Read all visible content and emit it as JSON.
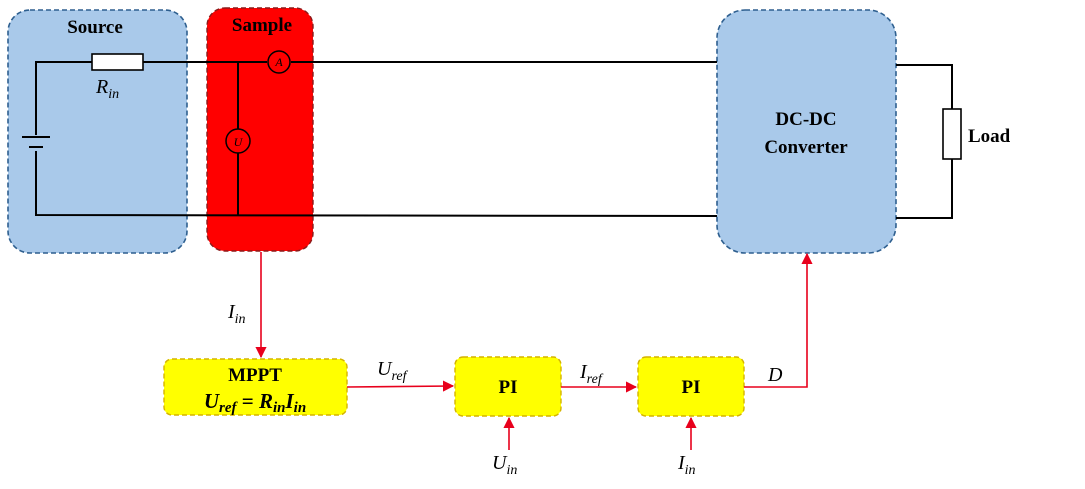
{
  "blocks": {
    "source": "Source",
    "sample": "Sample",
    "converter_line1": "DC-DC",
    "converter_line2": "Converter",
    "load": "Load",
    "mppt_title": "MPPT",
    "pi1": "PI",
    "pi2": "PI"
  },
  "formula": {
    "u": "U",
    "u_sub": "ref",
    "eq": " = ",
    "r": "R",
    "r_sub": "in",
    "i": "I",
    "i_sub": "in"
  },
  "resistor_label": {
    "main": "R",
    "sub": "in"
  },
  "meters": {
    "ammeter": "A",
    "voltmeter": "U"
  },
  "signals": {
    "i_in_to_mppt": {
      "main": "I",
      "sub": "in"
    },
    "u_ref": {
      "main": "U",
      "sub": "ref"
    },
    "i_ref": {
      "main": "I",
      "sub": "ref"
    },
    "duty": {
      "main": "D"
    },
    "u_in": {
      "main": "U",
      "sub": "in"
    },
    "i_in_to_pi2": {
      "main": "I",
      "sub": "in"
    }
  },
  "colors": {
    "source_fill": "#a9c9ea",
    "sample_fill": "#ff0000",
    "converter_fill": "#a9c9ea",
    "controller_fill": "#ffff00",
    "dash_border": "#2e5f8f",
    "controller_border": "#d4b300",
    "signal_line": "#e8001c"
  }
}
